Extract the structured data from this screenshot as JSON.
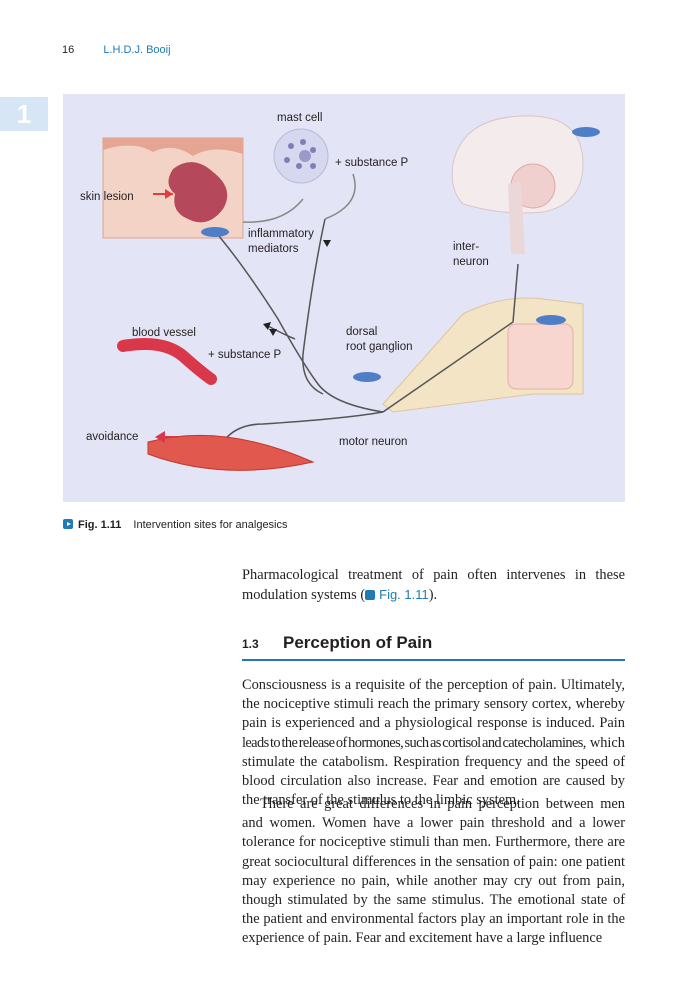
{
  "header": {
    "page_number": "16",
    "author": "L.H.D.J. Booij"
  },
  "chapter_tab": "1",
  "figure": {
    "labels": {
      "mast_cell": "mast cell",
      "substance_p_top": "+ substance P",
      "skin_lesion": "skin lesion",
      "inflammatory": "inflammatory",
      "mediators": "mediators",
      "inter": "inter-",
      "neuron": "neuron",
      "blood_vessel": "blood vessel",
      "substance_p_bottom": "+ substance P",
      "dorsal": "dorsal",
      "root_ganglion": "root ganglion",
      "avoidance": "avoidance",
      "motor_neuron": "motor neuron"
    }
  },
  "caption": {
    "number": "Fig. 1.11",
    "text": "Intervention sites for analgesics"
  },
  "intro": {
    "text": "Pharmacological treatment of pain often intervenes in these modulation systems (",
    "ref": "Fig. 1.11",
    "end": ")."
  },
  "section": {
    "number": "1.3",
    "title": "Perception of Pain"
  },
  "paragraphs": {
    "p1a": "Consciousness is a requisite of the perception of pain. Ultimately, the nociceptive stimuli reach the primary sensory cortex, whereby pain is experienced and a physiological response is induced. Pain",
    "p1b": "leads to the release of hormones, such as cortisol and catecholamines,",
    "p1c": "which stimulate the catabolism. Respiration frequency and the speed of blood circulation also increase. Fear and emotion are caused by the transfer of the stimulus to the limbic system.",
    "p2": "There are great differences in pain perception between men and women. Women have a lower pain threshold and a lower tolerance for nociceptive stimuli than men. Furthermore, there are great sociocultural differences in the sensation of pain: one patient may experience no pain, while another may cry out from pain, though stimulated by the same stimulus. The emotional state of the patient and environmental factors play an important role in the experience of pain. Fear and excitement have a large influence"
  }
}
